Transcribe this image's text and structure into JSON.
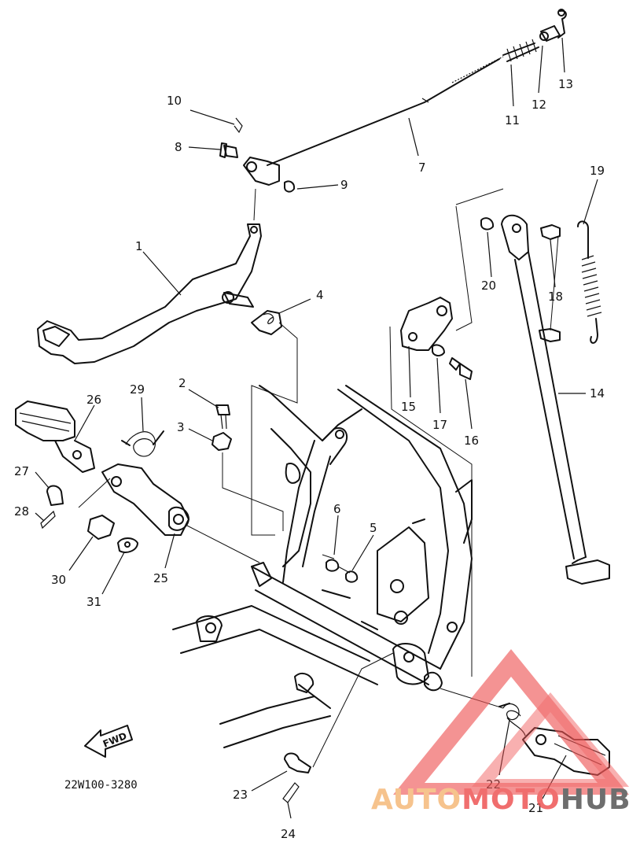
{
  "diagram": {
    "code": "22W100-3280",
    "fwd_label": "FWD",
    "callouts": [
      {
        "id": "c1",
        "text": "1"
      },
      {
        "id": "c2",
        "text": "2"
      },
      {
        "id": "c3",
        "text": "3"
      },
      {
        "id": "c4",
        "text": "4"
      },
      {
        "id": "c5",
        "text": "5"
      },
      {
        "id": "c6",
        "text": "6"
      },
      {
        "id": "c7",
        "text": "7"
      },
      {
        "id": "c8",
        "text": "8"
      },
      {
        "id": "c9",
        "text": "9"
      },
      {
        "id": "c10",
        "text": "10"
      },
      {
        "id": "c11",
        "text": "11"
      },
      {
        "id": "c12",
        "text": "12"
      },
      {
        "id": "c13",
        "text": "13"
      },
      {
        "id": "c14",
        "text": "14"
      },
      {
        "id": "c15",
        "text": "15"
      },
      {
        "id": "c16",
        "text": "16"
      },
      {
        "id": "c17",
        "text": "17"
      },
      {
        "id": "c18",
        "text": "18"
      },
      {
        "id": "c19",
        "text": "19"
      },
      {
        "id": "c20",
        "text": "20"
      },
      {
        "id": "c21",
        "text": "21"
      },
      {
        "id": "c22",
        "text": "22"
      },
      {
        "id": "c23",
        "text": "23"
      },
      {
        "id": "c24",
        "text": "24"
      },
      {
        "id": "c25",
        "text": "25"
      },
      {
        "id": "c26",
        "text": "26"
      },
      {
        "id": "c27",
        "text": "27"
      },
      {
        "id": "c28",
        "text": "28"
      },
      {
        "id": "c29",
        "text": "29"
      },
      {
        "id": "c30",
        "text": "30"
      },
      {
        "id": "c31",
        "text": "31"
      }
    ]
  },
  "watermark": {
    "part1": "AUTO",
    "part2": "MOTO",
    "part3": "HUB",
    "color_orange": "#f5b97a",
    "color_red": "#ee5555",
    "color_dark": "#555555"
  }
}
